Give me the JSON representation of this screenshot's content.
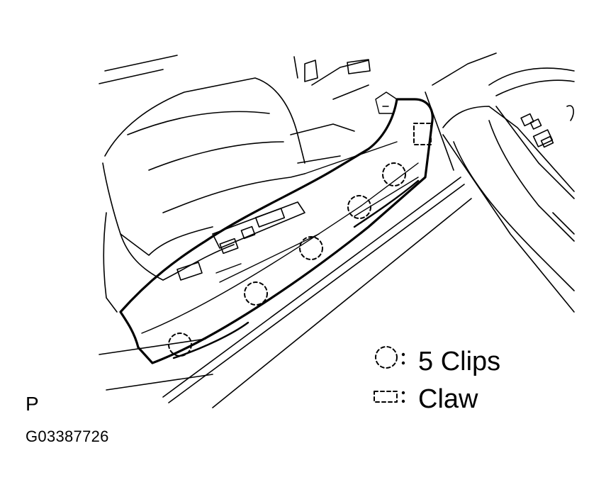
{
  "figure": {
    "view_letter": "P",
    "code": "G03387726"
  },
  "legend": {
    "clips": {
      "label": "5 Clips",
      "separator": ":",
      "icon": "dashed-circle-icon"
    },
    "claw": {
      "label": "Claw",
      "separator": ":",
      "icon": "dashed-rectangle-icon"
    }
  },
  "colors": {
    "line": "#000000",
    "background": "#ffffff"
  }
}
